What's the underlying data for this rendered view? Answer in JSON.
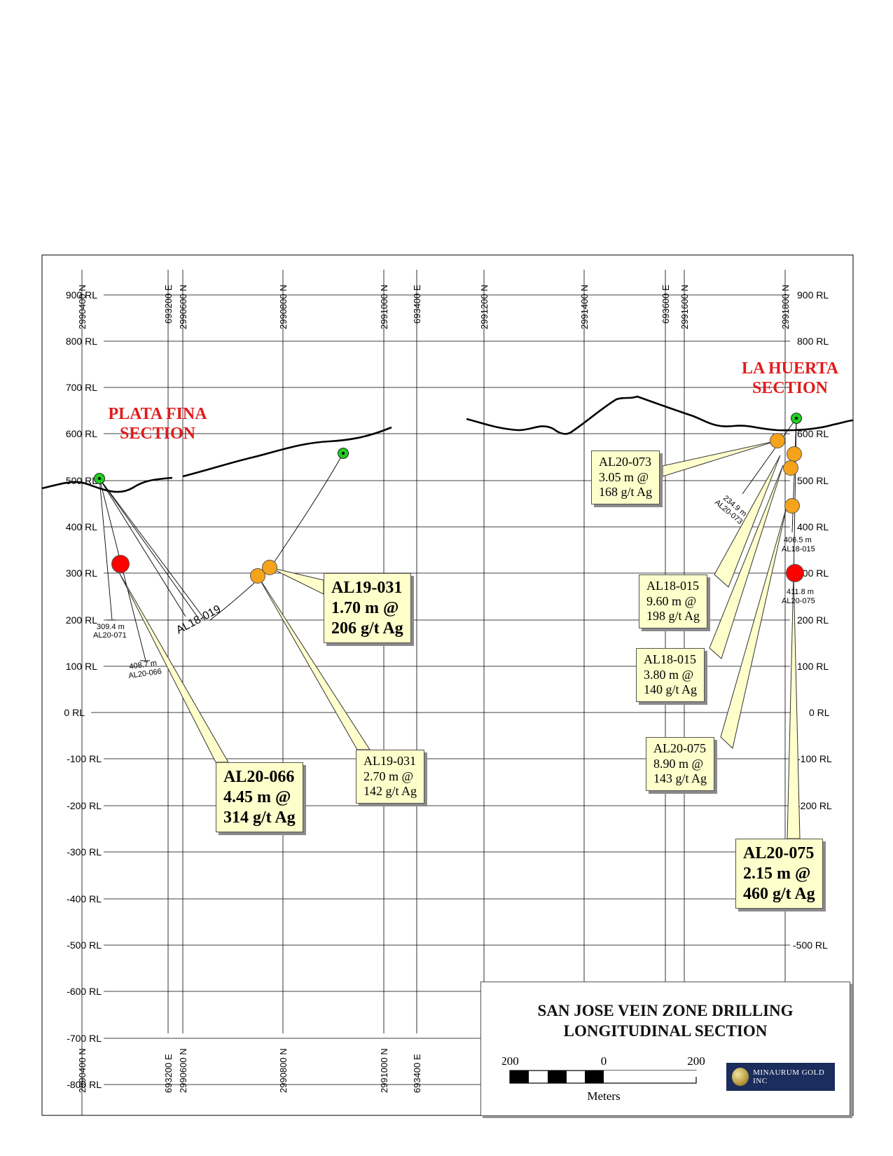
{
  "grid": {
    "northings_top": [
      "2990400 N",
      "2990600 N",
      "2990800 N",
      "2991000 N",
      "2991200 N",
      "2991400 N",
      "2991600 N",
      "2991800 N"
    ],
    "eastings_top": [
      "693200 E",
      "693400 E",
      "693600 E"
    ],
    "northings_bottom": [
      "2990400 N",
      "2990600 N",
      "2990800 N",
      "2991000 N"
    ],
    "eastings_bottom": [
      "693200 E",
      "693400 E"
    ],
    "rl_left": [
      "900 RL",
      "800 RL",
      "700 RL",
      "600 RL",
      "500 RL",
      "400 RL",
      "300 RL",
      "200 RL",
      "100 RL",
      "0 RL",
      "-100 RL",
      "-200 RL",
      "-300 RL",
      "-400 RL",
      "-500 RL",
      "-600 RL",
      "-700 RL",
      "-800 RL"
    ],
    "rl_right": [
      "900 RL",
      "800 RL",
      "600 RL",
      "500 RL",
      "400 RL",
      "300 RL",
      "200 RL",
      "100 RL",
      "0 RL",
      "-100 RL",
      "-200 RL",
      "-500 RL"
    ]
  },
  "sections": {
    "plata_fina": [
      "PLATA FINA",
      "SECTION"
    ],
    "la_huerta": [
      "LA HUERTA",
      "SECTION"
    ]
  },
  "hole_labels": {
    "al20_071": [
      "309.4 m",
      "AL20-071"
    ],
    "al20_066": [
      "408.7 m",
      "AL20-066"
    ],
    "al18_cluster": "AL18-019",
    "al20_073": [
      "234.9 m",
      "AL20-073"
    ],
    "al18_015": [
      "406.5 m",
      "AL18-015"
    ],
    "al20_075": [
      "411.8 m",
      "AL20-075"
    ]
  },
  "callouts": {
    "al20_066": [
      "AL20-066",
      "4.45 m @",
      "314 g/t Ag"
    ],
    "al19_031_a": [
      "AL19-031",
      "1.70 m @",
      "206 g/t Ag"
    ],
    "al19_031_b": [
      "AL19-031",
      "2.70 m @",
      "142 g/t Ag"
    ],
    "al20_073": [
      "AL20-073",
      "3.05 m @",
      "168 g/t Ag"
    ],
    "al18_015_a": [
      "AL18-015",
      "9.60 m @",
      "198 g/t Ag"
    ],
    "al18_015_b": [
      "AL18-015",
      "3.80 m @",
      "140 g/t Ag"
    ],
    "al20_075_a": [
      "AL20-075",
      "8.90 m @",
      "143 g/t Ag"
    ],
    "al20_075_b": [
      "AL20-075",
      "2.15 m @",
      "460 g/t Ag"
    ]
  },
  "title_block": {
    "line1": "SAN JOSE VEIN ZONE DRILLING",
    "line2": "LONGITUDINAL SECTION",
    "scale_left": "200",
    "scale_mid": "0",
    "scale_right": "200",
    "scale_unit": "Meters",
    "logo_text": "MINAURUM GOLD INC"
  },
  "colors": {
    "high_grade": "#ff0000",
    "intercept": "#f5a31a",
    "collar": "#22cc22",
    "section_label": "#e01b1b",
    "callout_fill": "#ffffcc"
  }
}
